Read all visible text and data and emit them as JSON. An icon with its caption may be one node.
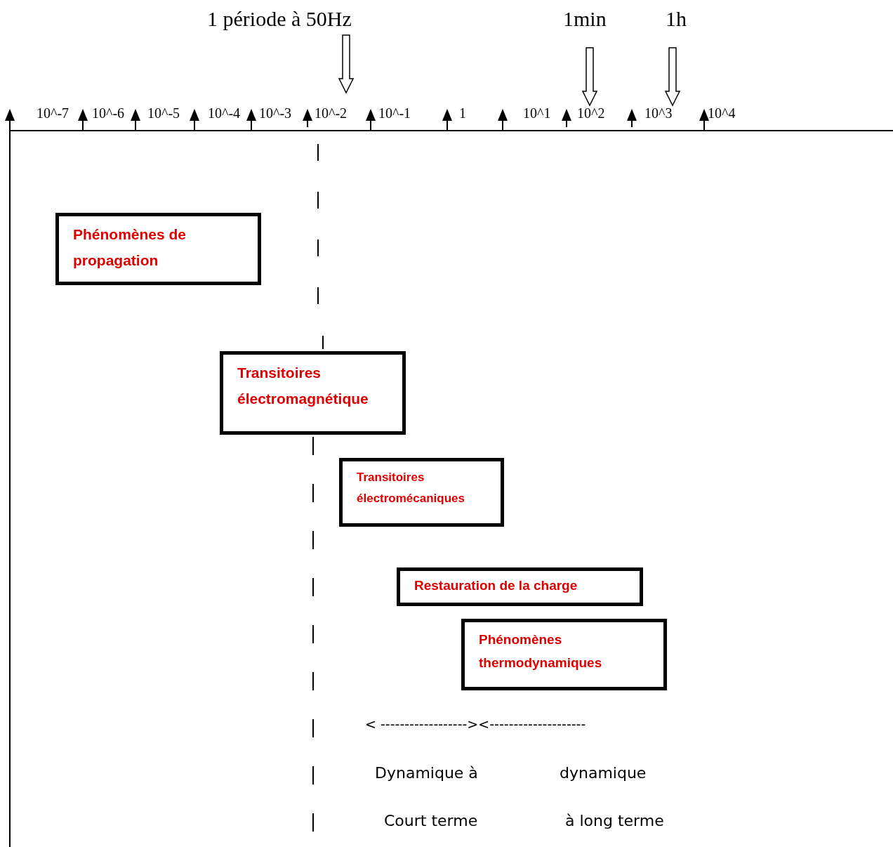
{
  "diagram": {
    "nodes": [
      {
        "text": [
          "Phénomènes de propagation"
        ]
      },
      {
        "text": [
          "Transitoires électromagnétique"
        ]
      },
      {
        "text": [
          "Transitoires électromécaniques"
        ]
      },
      {
        "text": [
          "Restauration de la charge"
        ]
      },
      {
        "text": [
          "Phénomènes thermodynamiques"
        ]
      }
    ],
    "edges": [],
    "labels": [
      "1 période à 50Hz",
      "1min",
      "1h",
      "10^-7",
      "10^-6",
      "10^-5",
      "10^-4",
      "10^-3",
      "10^-2",
      "10^-1",
      "1",
      "10^1",
      "10^2",
      "10^3",
      "10^4",
      "< ------------------><--------------------",
      "Dynamique à",
      "dynamique",
      "Court terme",
      "à long terme"
    ]
  }
}
